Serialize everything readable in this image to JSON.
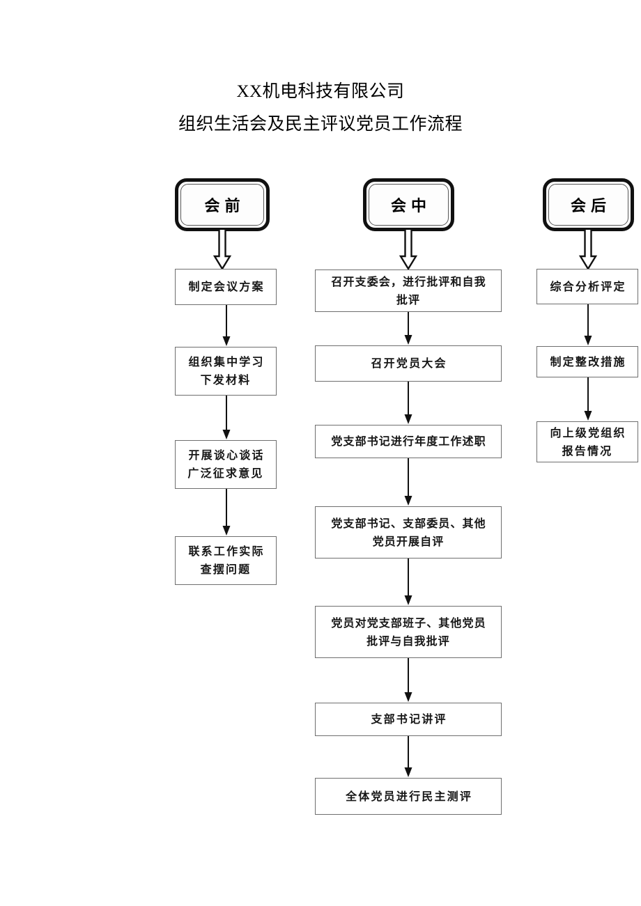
{
  "document": {
    "title_line_1": "XX机电科技有限公司",
    "title_line_2": "组织生活会及民主评议党员工作流程"
  },
  "diagram_data": {
    "type": "flowchart",
    "orientation": "three-parallel-columns",
    "node_fill": "#ffffff",
    "node_border": "#6e6e6e",
    "header_border": "#111111",
    "text_color": "#161616",
    "columns": [
      {
        "id": "before-meeting",
        "header": "会前",
        "header_connector": "hollow-down-arrow",
        "steps": [
          {
            "id": "step-b1",
            "text": "制定会议方案",
            "lines": [
              "制定会议方案"
            ]
          },
          {
            "id": "step-b2",
            "text": "组织集中学习下发材料",
            "lines": [
              "组织集中学习",
              "下发材料"
            ]
          },
          {
            "id": "step-b3",
            "text": "开展谈心谈话广泛征求意见",
            "lines": [
              "开展谈心谈话",
              "广泛征求意见"
            ]
          },
          {
            "id": "step-b4",
            "text": "联系工作实际查摆问题",
            "lines": [
              "联系工作实际",
              "查摆问题"
            ]
          }
        ],
        "connectors": "solid-down-arrow"
      },
      {
        "id": "during-meeting",
        "header": "会中",
        "header_connector": "hollow-down-arrow",
        "steps": [
          {
            "id": "step-d1",
            "text": "召开支委会，进行批评和自我批评",
            "lines": [
              "召开支委会，进行批评和自我",
              "批评"
            ]
          },
          {
            "id": "step-d2",
            "text": "召开党员大会",
            "lines": [
              "召开党员大会"
            ]
          },
          {
            "id": "step-d3",
            "text": "党支部书记进行年度工作述职",
            "lines": [
              "党支部书记进行年度工作述职"
            ]
          },
          {
            "id": "step-d4",
            "text": "党支部书记、支部委员、其他党员开展自评",
            "lines": [
              "党支部书记、支部委员、其他",
              "党员开展自评"
            ]
          },
          {
            "id": "step-d5",
            "text": "党员对党支部班子、其他党员批评与自我批评",
            "lines": [
              "党员对党支部班子、其他党员",
              "批评与自我批评"
            ]
          },
          {
            "id": "step-d6",
            "text": "支部书记讲评",
            "lines": [
              "支部书记讲评"
            ]
          },
          {
            "id": "step-d7",
            "text": "全体党员进行民主测评",
            "lines": [
              "全体党员进行民主测评"
            ]
          }
        ],
        "connectors": "solid-down-arrow"
      },
      {
        "id": "after-meeting",
        "header": "会后",
        "header_connector": "hollow-down-arrow",
        "steps": [
          {
            "id": "step-a1",
            "text": "综合分析评定",
            "lines": [
              "综合分析评定"
            ]
          },
          {
            "id": "step-a2",
            "text": "制定整改措施",
            "lines": [
              "制定整改措施"
            ]
          },
          {
            "id": "step-a3",
            "text": "向上级党组织报告情况",
            "lines": [
              "向上级党组织",
              "报告情况"
            ]
          }
        ],
        "connectors": "solid-down-arrow"
      }
    ]
  }
}
